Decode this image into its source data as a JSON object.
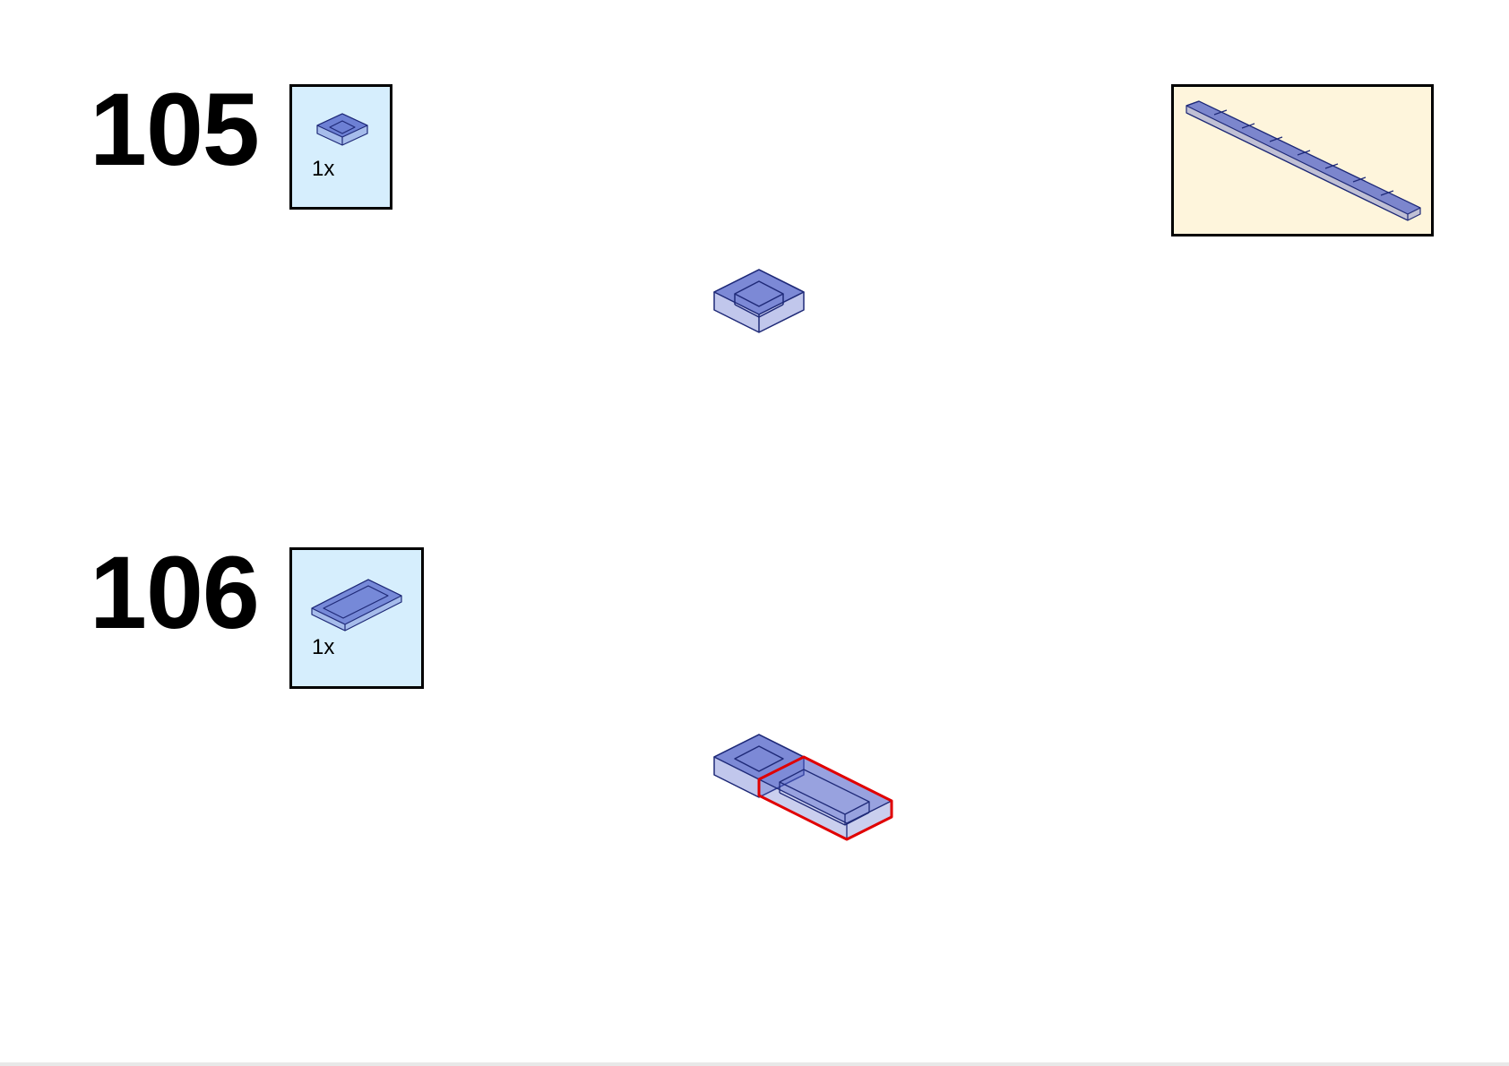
{
  "steps": [
    {
      "number": "105",
      "parts": [
        {
          "part": "tile-1x1-trans-blue",
          "quantity": "1x"
        }
      ],
      "has_submodel_preview": true,
      "assembly": "single-1x1-tile"
    },
    {
      "number": "106",
      "parts": [
        {
          "part": "tile-1x2-trans-blue",
          "quantity": "1x"
        }
      ],
      "assembly": "1x1-tile-plus-new-1x2-tile-highlighted"
    }
  ],
  "colors": {
    "part_fill": "#4e5fc8",
    "part_edge": "#1f2a78",
    "parts_box_bg": "#d6eefd",
    "preview_box_bg": "#fef5dc",
    "new_part_highlight": "#e00000"
  },
  "icons": {
    "tile_1x1": "tile-1x1-icon",
    "tile_1x2": "tile-1x2-icon"
  }
}
